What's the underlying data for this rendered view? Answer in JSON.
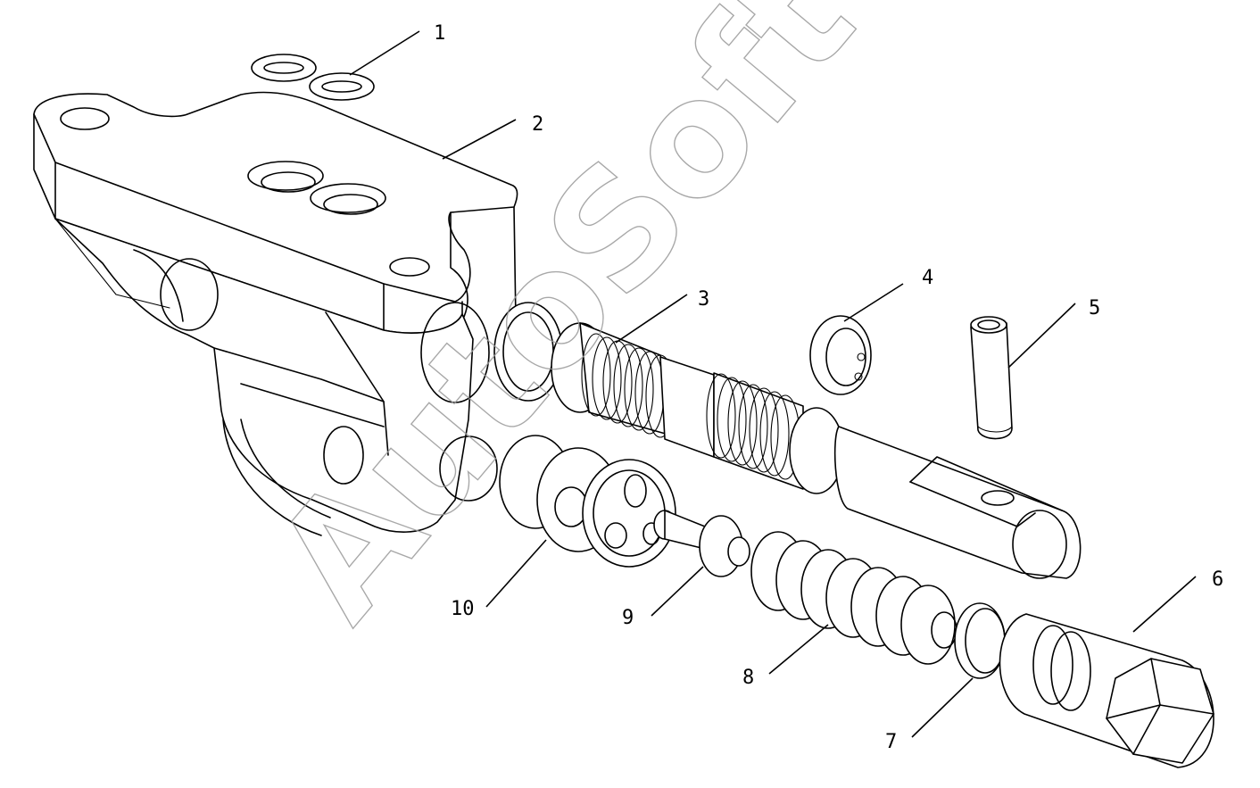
{
  "diagram": {
    "watermark": "AutoSoft",
    "callouts": [
      {
        "id": "1",
        "label": "1"
      },
      {
        "id": "2",
        "label": "2"
      },
      {
        "id": "3",
        "label": "3"
      },
      {
        "id": "4",
        "label": "4"
      },
      {
        "id": "5",
        "label": "5"
      },
      {
        "id": "6",
        "label": "6"
      },
      {
        "id": "7",
        "label": "7"
      },
      {
        "id": "8",
        "label": "8"
      },
      {
        "id": "9",
        "label": "9"
      },
      {
        "id": "10",
        "label": "10"
      }
    ]
  }
}
